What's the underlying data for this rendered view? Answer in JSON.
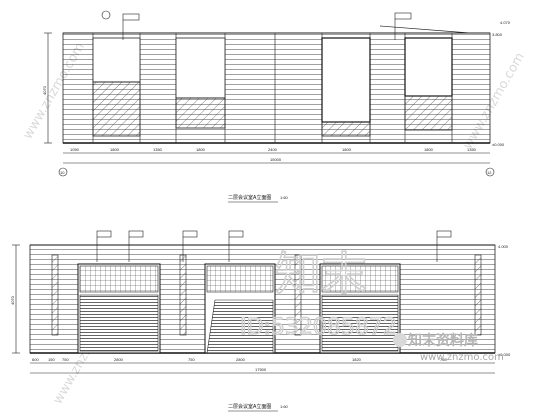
{
  "drawing": {
    "elevation_top": {
      "title": "二层会议室A立面图",
      "scale": "1:60",
      "height_dim": "4070",
      "level_top": "4.070",
      "level_mid": "3.800",
      "level_base": "±0.000",
      "grid_left": "10",
      "grid_right": "12",
      "dims": [
        "1050",
        "1800",
        "1350",
        "1800",
        "2400",
        "1800",
        "1800",
        "1350"
      ],
      "total_dim": "15000"
    },
    "elevation_bottom": {
      "title": "二层会议室A立面图",
      "scale": "1:60",
      "height_dim": "4070",
      "level_top": "4.000",
      "level_base": "±0.000",
      "dims": [
        "600",
        "150",
        "750",
        "2800",
        "750",
        "2800",
        "1820",
        "750"
      ],
      "total_dim": "17500"
    }
  },
  "watermark": {
    "logo_text": "知末",
    "id_text": "ID:532085872",
    "brand_cn": "知末资料库",
    "site": "www.znzmo.com",
    "diag_site": "www.znzmo.com"
  }
}
